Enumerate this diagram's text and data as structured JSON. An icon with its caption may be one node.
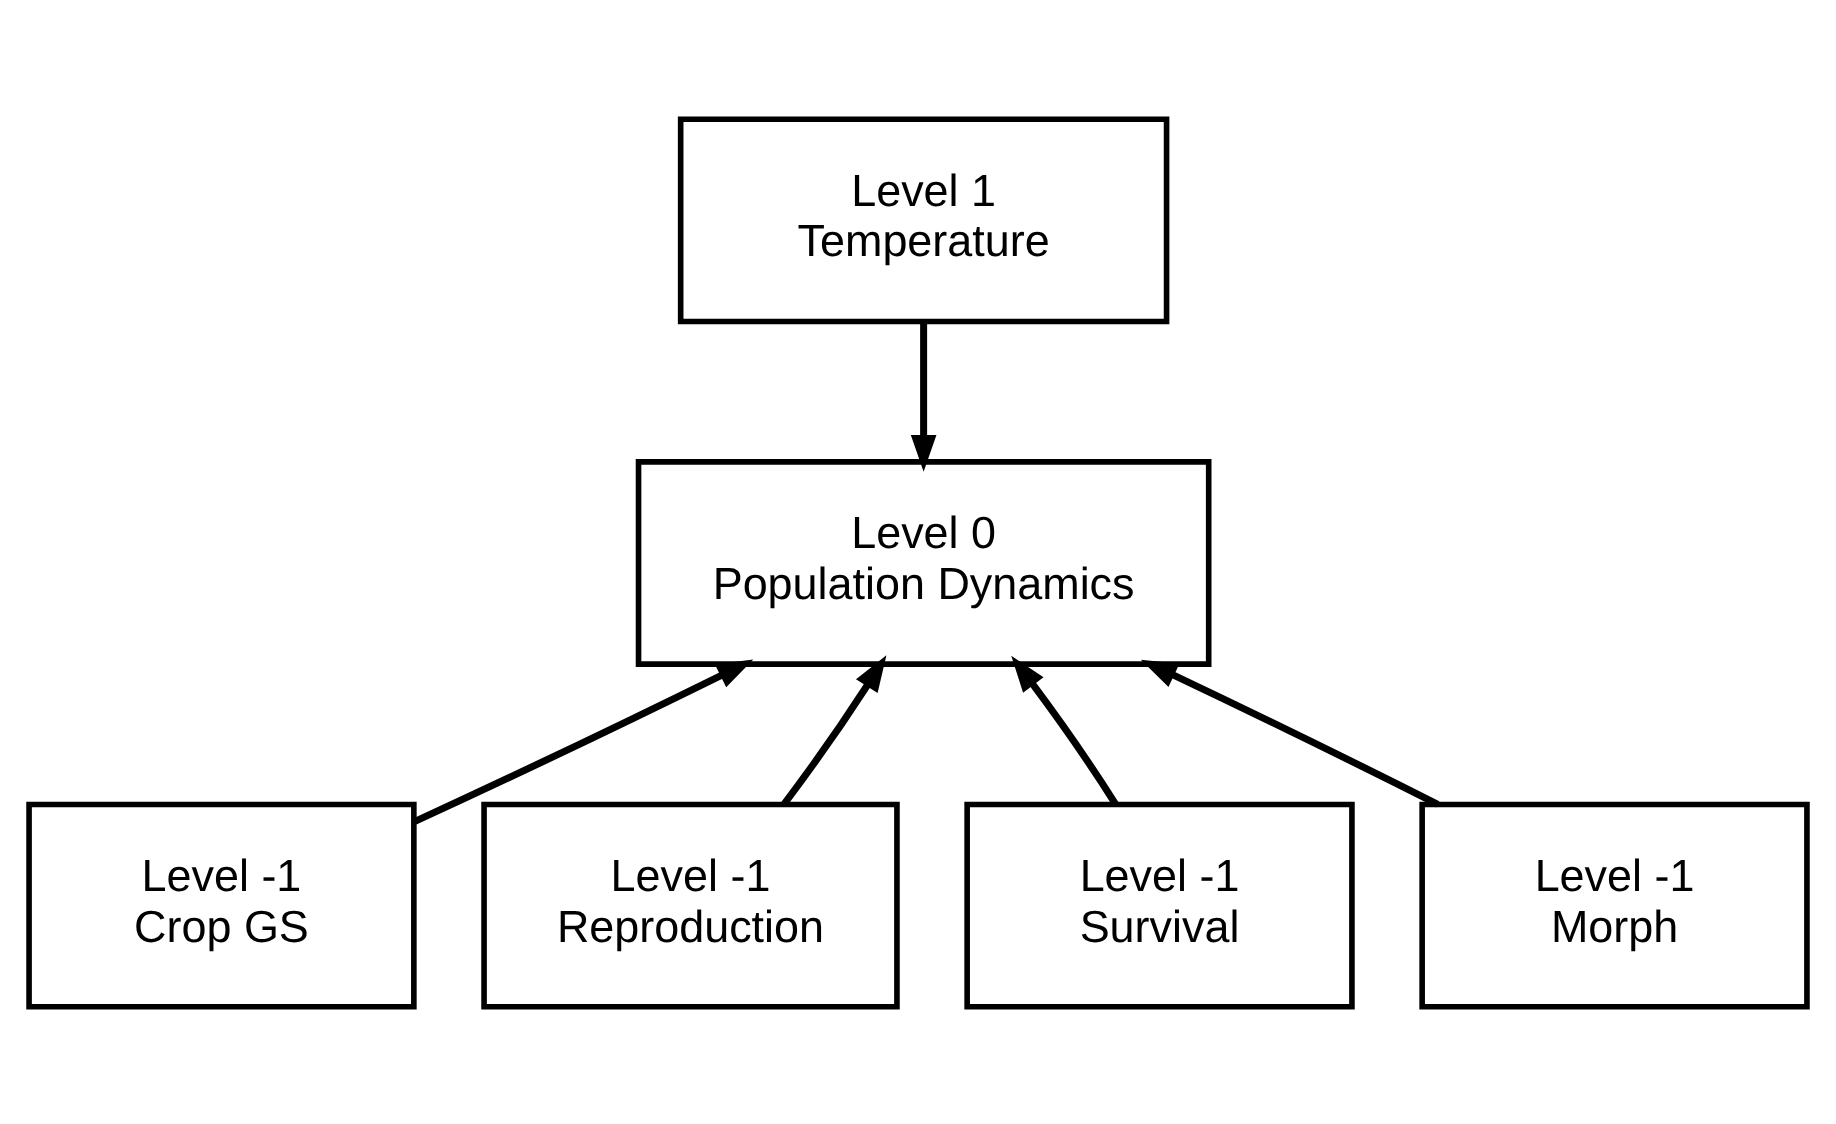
{
  "diagram": {
    "nodes": [
      {
        "text": [
          "Level 1",
          "Temperature"
        ]
      },
      {
        "text": [
          "Level 0",
          "Population Dynamics"
        ]
      },
      {
        "text": [
          "Level -1",
          "Crop GS"
        ]
      },
      {
        "text": [
          "Level -1",
          "Reproduction"
        ]
      },
      {
        "text": [
          "Level -1",
          "Survival"
        ]
      },
      {
        "text": [
          "Level -1",
          "Morph"
        ]
      }
    ],
    "edges": [
      {
        "from": 0,
        "to": 1,
        "arrow": "to"
      },
      {
        "from": 2,
        "to": 1,
        "arrow": "to"
      },
      {
        "from": 3,
        "to": 1,
        "arrow": "to"
      },
      {
        "from": 4,
        "to": 1,
        "arrow": "to"
      },
      {
        "from": 5,
        "to": 1,
        "arrow": "to"
      }
    ]
  }
}
